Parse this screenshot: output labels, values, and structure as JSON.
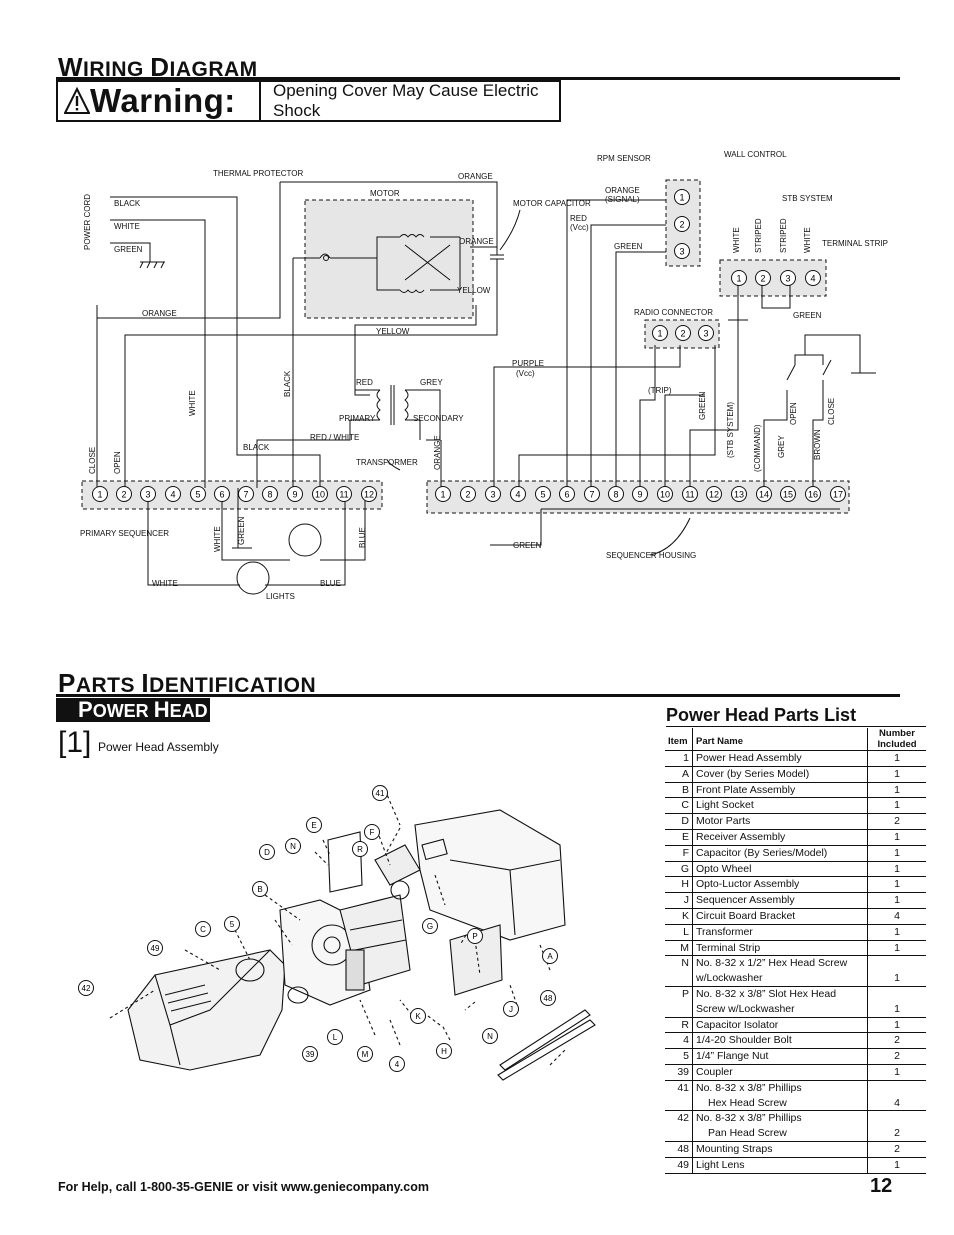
{
  "wiring": {
    "title_first": "W",
    "title_rest": "IRING ",
    "title_first2": "D",
    "title_rest2": "IAGRAM",
    "warning_word": "Warning:",
    "warning_text": "Opening Cover May Cause Electric Shock"
  },
  "diagram_labels": {
    "power_cord": "POWER CORD",
    "black": "BLACK",
    "white": "WHITE",
    "green": "GREEN",
    "thermal_protector": "THERMAL PROTECTOR",
    "orange": "ORANGE",
    "motor": "MOTOR",
    "motor_capacitor": "MOTOR CAPACITOR",
    "yellow": "YELLOW",
    "rpm_sensor": "RPM SENSOR",
    "orange_signal": "(SIGNAL)",
    "red": "RED",
    "vcc": "(Vcc)",
    "wall_control": "WALL CONTROL",
    "stb_system": "STB SYSTEM",
    "terminal_strip": "TERMINAL STRIP",
    "striped": "STRIPED",
    "radio_connector": "RADIO CONNECTOR",
    "purple": "PURPLE",
    "trip": "(TRIP)",
    "grey": "GREY",
    "primary": "PRIMARY",
    "secondary": "SECONDARY",
    "red_white": "RED / WHITE",
    "transformer": "TRANSFORMER",
    "close": "CLOSE",
    "open": "OPEN",
    "stb_system_paren": "(STB SYSTEM)",
    "command": "(COMMAND)",
    "brown": "BROWN",
    "primary_sequencer": "PRIMARY SEQUENCER",
    "blue": "BLUE",
    "lights": "LIGHTS",
    "sequencer_housing": "SEQUENCER HOUSING",
    "rpm_pins": [
      "1",
      "2",
      "3"
    ],
    "terminal_pins": [
      "1",
      "2",
      "3",
      "4"
    ],
    "radio_pins": [
      "1",
      "2",
      "3"
    ],
    "primary_seq_pins": [
      "1",
      "2",
      "3",
      "4",
      "5",
      "6",
      "7",
      "8",
      "9",
      "10",
      "11",
      "12"
    ],
    "housing_pins": [
      "1",
      "2",
      "3",
      "4",
      "5",
      "6",
      "7",
      "8",
      "9",
      "10",
      "11",
      "12",
      "13",
      "14",
      "15",
      "16",
      "17"
    ]
  },
  "parts": {
    "title_first": "P",
    "title_rest": "ARTS ",
    "title_first2": "I",
    "title_rest2": "DENTIFICATION",
    "tag_first": "P",
    "tag_rest": "OWER ",
    "tag_first2": "H",
    "tag_rest2": "EAD",
    "bracket_num": "[1]",
    "assembly_label": "Power Head Assembly",
    "callouts": [
      "41",
      "E",
      "F",
      "D",
      "N",
      "R",
      "B",
      "C",
      "5",
      "G",
      "P",
      "49",
      "A",
      "42",
      "48",
      "J",
      "K",
      "N",
      "L",
      "M",
      "39",
      "4",
      "H"
    ]
  },
  "parts_list": {
    "title": "Power Head Parts List",
    "col_item": "Item",
    "col_name": "Part Name",
    "col_count": "Number Included",
    "rows": [
      {
        "item": "1",
        "name": "Power Head Assembly",
        "count": "1"
      },
      {
        "item": "A",
        "name": "Cover (by Series Model)",
        "count": "1"
      },
      {
        "item": "B",
        "name": "Front Plate Assembly",
        "count": "1"
      },
      {
        "item": "C",
        "name": "Light Socket",
        "count": "1"
      },
      {
        "item": "D",
        "name": "Motor Parts",
        "count": "2"
      },
      {
        "item": "E",
        "name": "Receiver Assembly",
        "count": "1"
      },
      {
        "item": "F",
        "name": "Capacitor (By Series/Model)",
        "count": "1"
      },
      {
        "item": "G",
        "name": "Opto Wheel",
        "count": "1"
      },
      {
        "item": "H",
        "name": "Opto-Luctor Assembly",
        "count": "1"
      },
      {
        "item": "J",
        "name": "Sequencer Assembly",
        "count": "1"
      },
      {
        "item": "K",
        "name": "Circuit Board Bracket",
        "count": "4"
      },
      {
        "item": "L",
        "name": "Transformer",
        "count": "1"
      },
      {
        "item": "M",
        "name": "Terminal Strip",
        "count": "1"
      },
      {
        "item": "N",
        "name": "No. 8-32 x 1/2” Hex Head Screw",
        "name2": "w/Lockwasher",
        "count": "1"
      },
      {
        "item": "P",
        "name": "No. 8-32 x 3/8” Slot Hex Head",
        "name2": "Screw w/Lockwasher",
        "count": "1"
      },
      {
        "item": "R",
        "name": "Capacitor Isolator",
        "count": "1"
      },
      {
        "item": "4",
        "name": "1/4-20 Shoulder Bolt",
        "count": "2"
      },
      {
        "item": "5",
        "name": "1/4” Flange Nut",
        "count": "2"
      },
      {
        "item": "39",
        "name": "Coupler",
        "count": "1"
      },
      {
        "item": "41",
        "name": "No. 8-32 x 3/8” Phillips",
        "name2": "Hex Head Screw",
        "count": "4"
      },
      {
        "item": "42",
        "name": "No. 8-32 x 3/8” Phillips",
        "name2": "Pan Head Screw",
        "count": "2"
      },
      {
        "item": "48",
        "name": "Mounting Straps",
        "count": "2"
      },
      {
        "item": "49",
        "name": "Light Lens",
        "count": "1"
      }
    ]
  },
  "footer": {
    "help": "For Help, call 1-800-35-GENIE or visit www.geniecompany.com",
    "page": "12"
  }
}
